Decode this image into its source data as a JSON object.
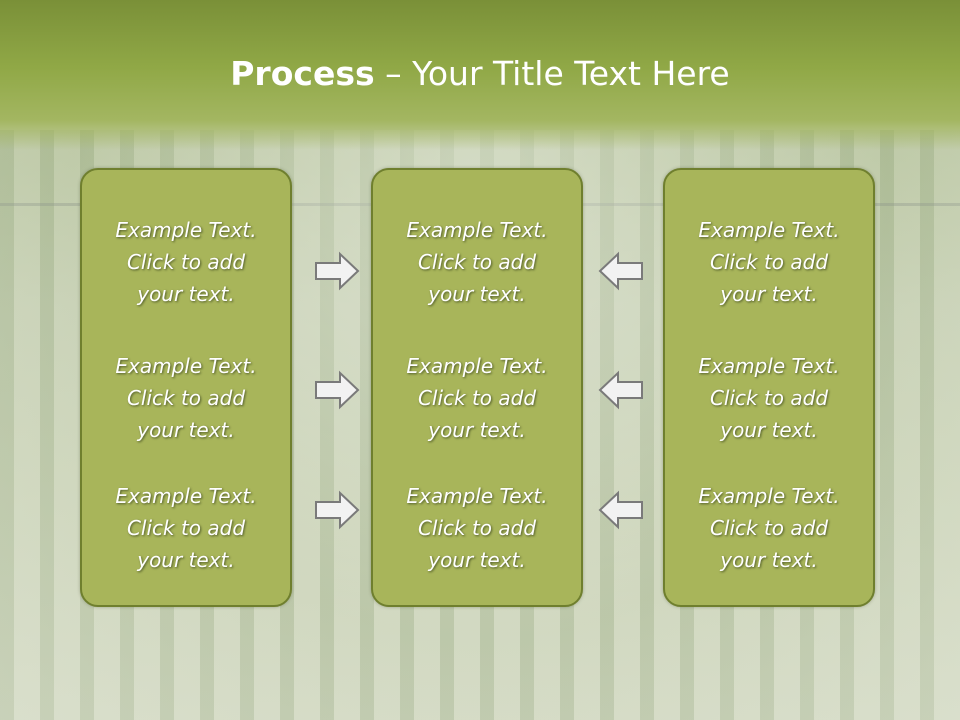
{
  "slide": {
    "title_bold": "Process",
    "title_rest": " – Your Title Text Here"
  },
  "columns": [
    {
      "items": [
        "Example Text.\nClick  to add\nyour text.",
        "Example Text.\nClick  to add\nyour text.",
        "Example Text.\nClick  to add\nyour text."
      ]
    },
    {
      "items": [
        "Example Text.\nClick  to add\nyour text.",
        "Example Text.\nClick  to add\nyour text.",
        "Example Text.\nClick  to add\nyour text."
      ]
    },
    {
      "items": [
        "Example Text.\nClick  to add\nyour text.",
        "Example Text.\nClick  to add\nyour text.",
        "Example Text.\nClick  to add\nyour text."
      ]
    }
  ],
  "arrows": {
    "left_icons": [
      "arrow-right-icon",
      "arrow-right-icon",
      "arrow-right-icon"
    ],
    "right_icons": [
      "arrow-left-icon",
      "arrow-left-icon",
      "arrow-left-icon"
    ]
  },
  "colors": {
    "title_band": "#8aa240",
    "box_fill": "#a8b55a",
    "box_border": "#6f7f2e",
    "text": "#ffffff"
  }
}
